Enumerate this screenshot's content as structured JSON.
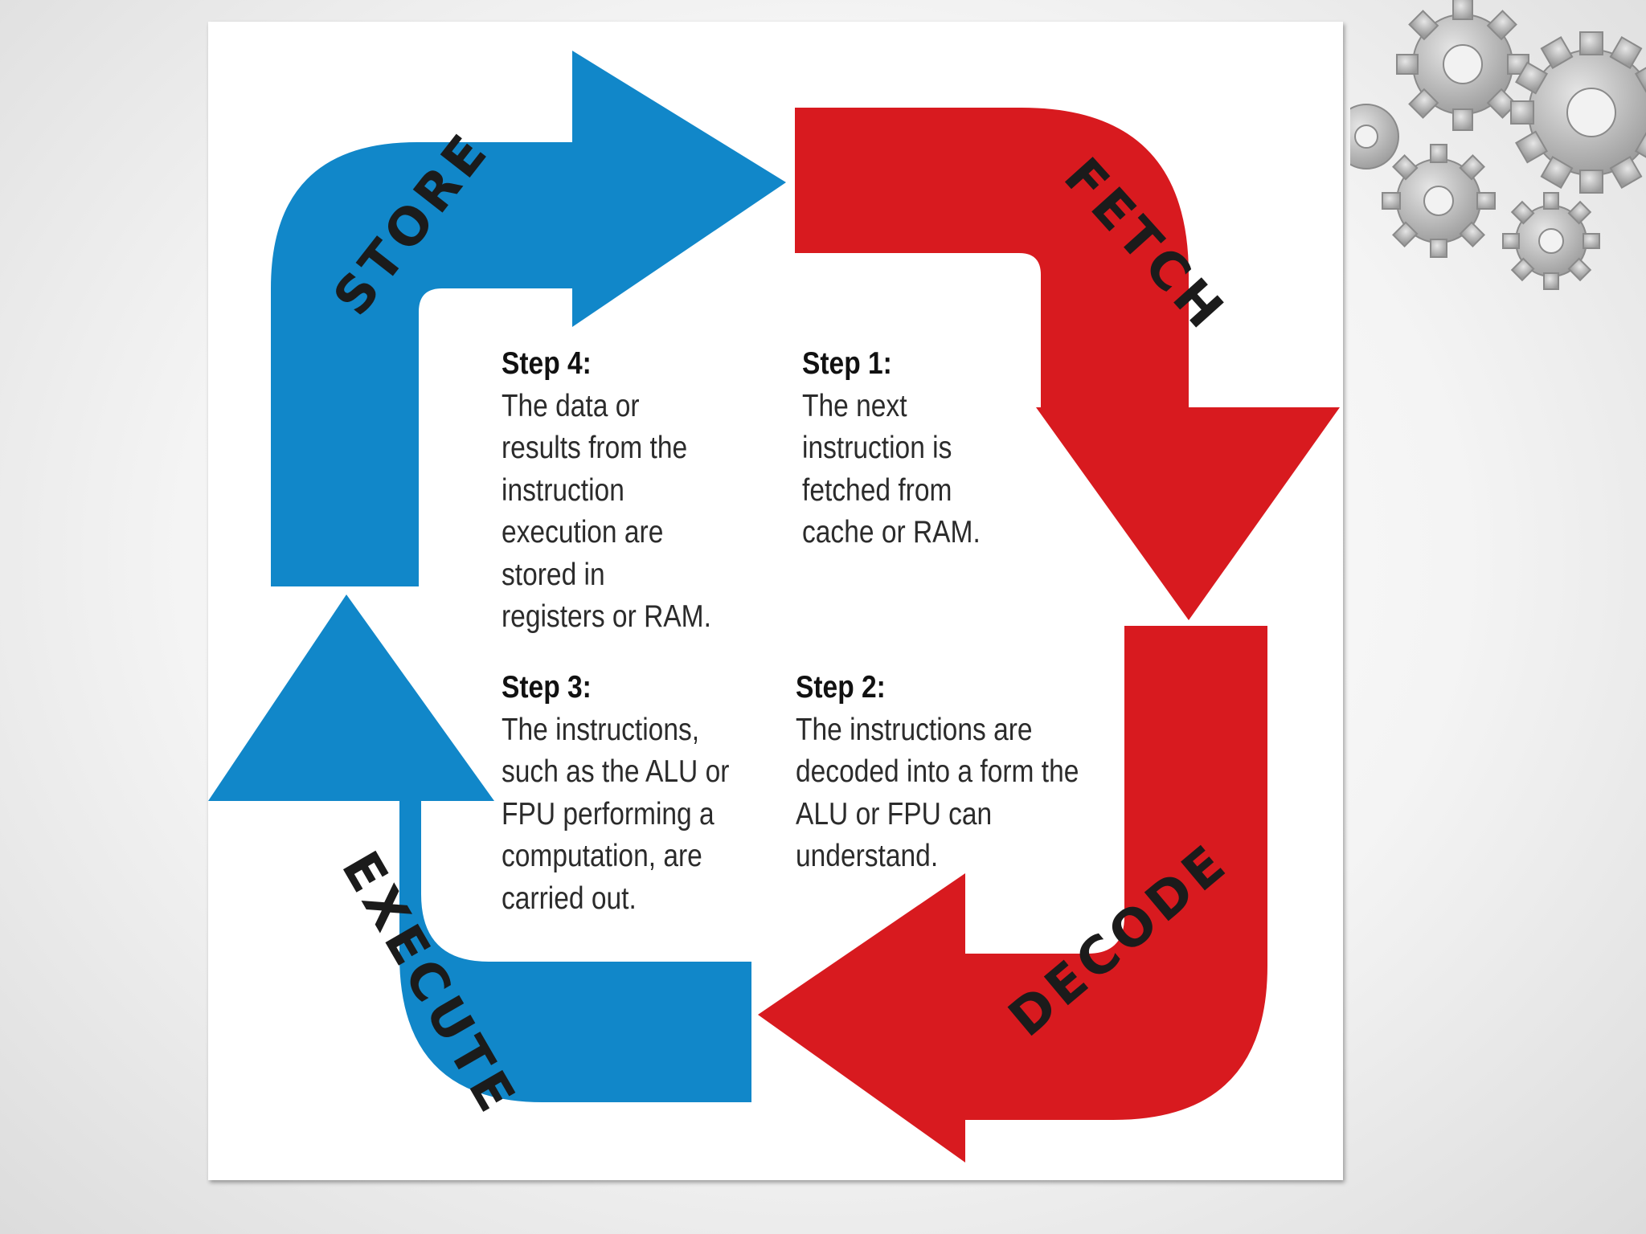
{
  "colors": {
    "blue_arrow": "#1187c9",
    "red_arrow": "#d81a1f",
    "label_text": "#1b1b1b",
    "body_text": "#2b2b2b",
    "gear_gray": "#b5b5b5"
  },
  "decoration": {
    "icon": "gears-icon"
  },
  "cycle": {
    "stages": [
      {
        "label": "FETCH",
        "color": "red"
      },
      {
        "label": "DECODE",
        "color": "red"
      },
      {
        "label": "EXECUTE",
        "color": "blue"
      },
      {
        "label": "STORE",
        "color": "blue"
      }
    ],
    "steps": [
      {
        "title": "Step 1:",
        "lines": [
          "The next",
          "instruction is",
          "fetched from",
          "cache or RAM."
        ]
      },
      {
        "title": "Step 2:",
        "lines": [
          "The instructions are",
          "decoded into a form the",
          "ALU or FPU can",
          "understand."
        ]
      },
      {
        "title": "Step 3:",
        "lines": [
          "The instructions,",
          "such as the ALU or",
          "FPU performing a",
          "computation, are",
          "carried out."
        ]
      },
      {
        "title": "Step 4:",
        "lines": [
          "The data or",
          "results from the",
          "instruction",
          "execution are",
          "stored in",
          "registers or RAM."
        ]
      }
    ]
  }
}
